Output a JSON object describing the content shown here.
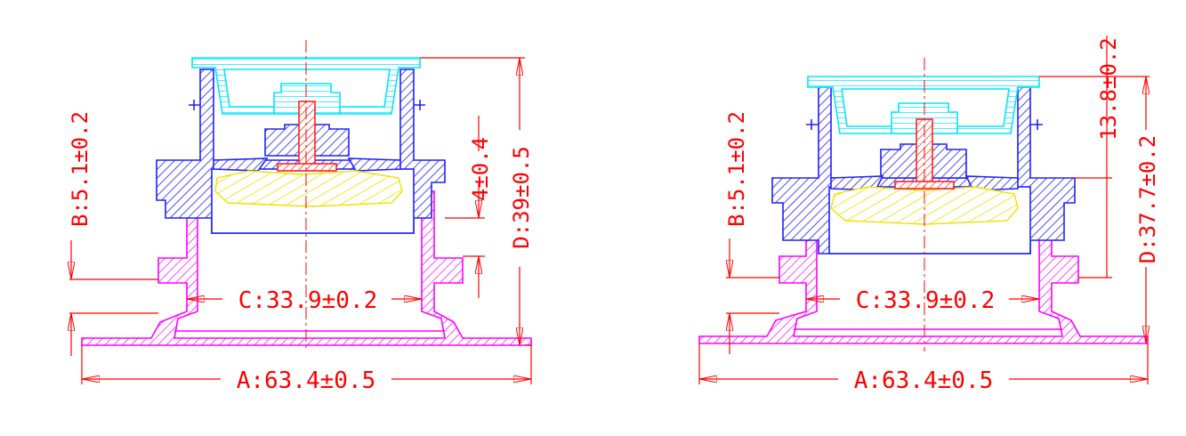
{
  "drawings": [
    {
      "id": "left",
      "dimensions": {
        "A": "A:63.4±0.5",
        "B": "B:5.1±0.2",
        "C": "C:33.9±0.2",
        "D": "D:39±0.5",
        "E": "4±0.4"
      }
    },
    {
      "id": "right",
      "dimensions": {
        "A": "A:63.4±0.5",
        "B": "B:5.1±0.2",
        "C": "C:33.9±0.2",
        "D": "D:37.7±0.2",
        "E": "13.8±0.2"
      }
    }
  ],
  "colors": {
    "dimension": "#ff0000",
    "cap_top": "#00e5ff",
    "cap_body": "#2020ff",
    "base": "#ff00ff",
    "seal": "#f0e000",
    "pin": "#ff2020"
  }
}
